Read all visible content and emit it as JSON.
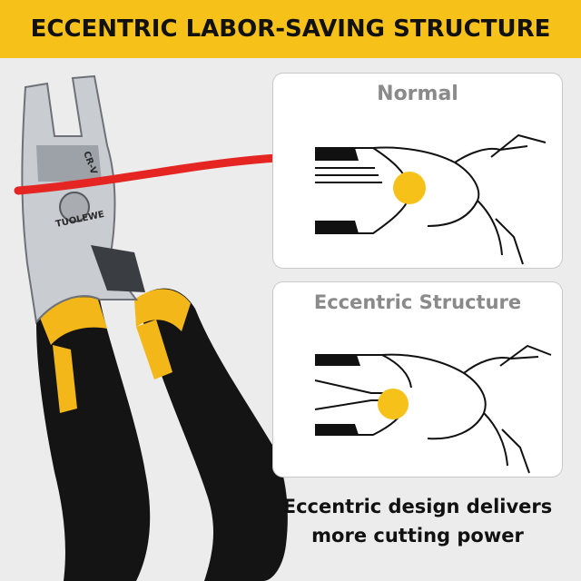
{
  "banner": {
    "title": "ECCENTRIC LABOR-SAVING STRUCTURE"
  },
  "product": {
    "brand": "TUOLEWE",
    "steel_mark": "CR-V"
  },
  "panels": [
    {
      "label": "Normal",
      "variant": "normal"
    },
    {
      "label": "Eccentric Structure",
      "variant": "eccentric"
    }
  ],
  "caption": {
    "line1": "Eccentric design delivers",
    "line2": "more cutting power"
  },
  "colors": {
    "banner": "#f6c21a",
    "pivot": "#f6c21a",
    "wire": "#e42521",
    "handle": "#141414",
    "grip_accent": "#f3b71a"
  }
}
